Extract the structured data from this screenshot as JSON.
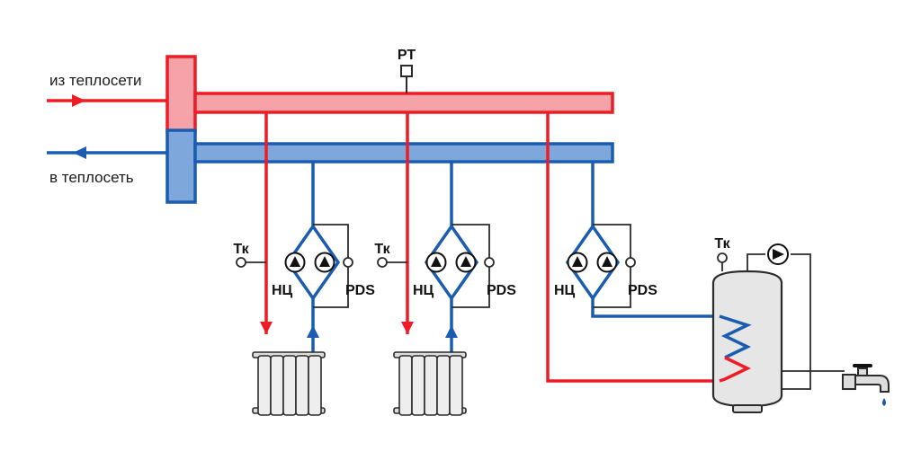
{
  "labels": {
    "supply_in": "из теплосети",
    "return_out": "в теплосеть",
    "pressure_sensor": "РТ",
    "temp_sensor": "Тк",
    "pump_group": "НЦ",
    "pressure_switch": "PDS"
  },
  "colors": {
    "supply": "#ee1c25",
    "supply_fill": "#f5a3a8",
    "return": "#1a5cb0",
    "return_fill": "#7ea7dc",
    "outline": "#2b2b2b",
    "radiator_fill": "#eeeeee",
    "tank_fill": "#e6e6e6"
  },
  "icons": [
    "pump-icon",
    "radiator-icon",
    "water-heater-tank-icon",
    "faucet-icon",
    "sensor-icon",
    "flow-arrow-icon"
  ]
}
